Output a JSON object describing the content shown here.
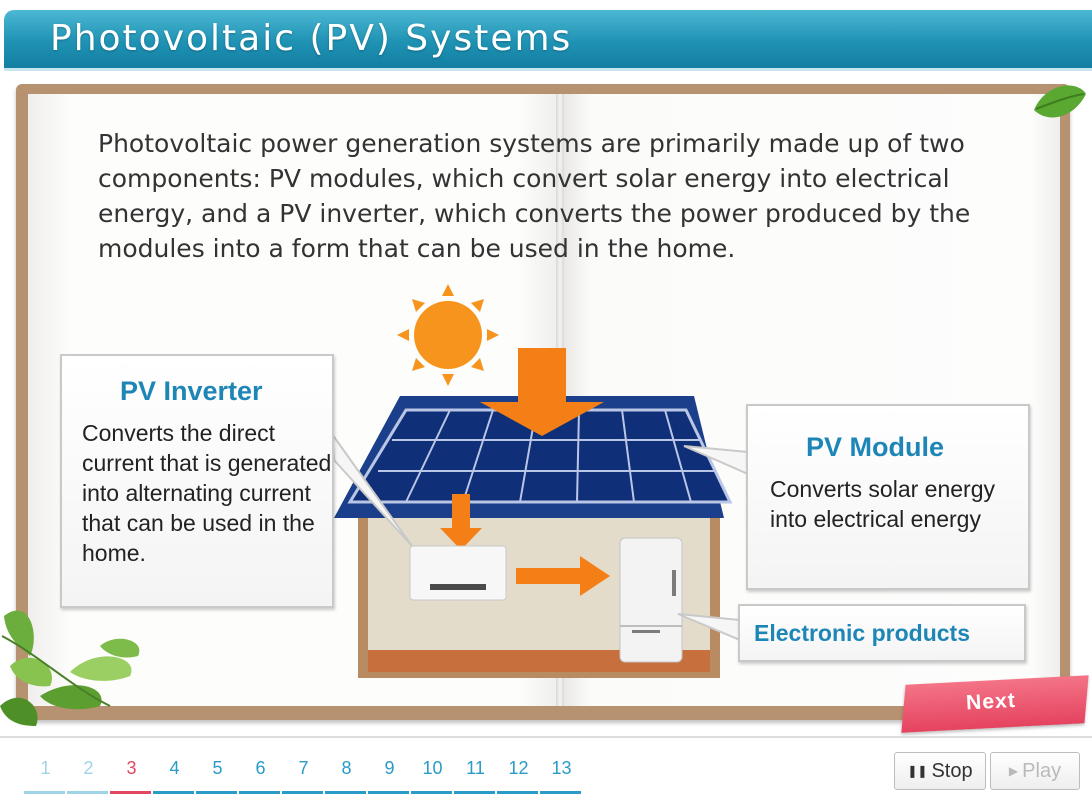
{
  "header": {
    "title": "Photovoltaic (PV) Systems"
  },
  "intro": {
    "text": "Photovoltaic power generation systems are primarily made up of two components: PV modules, which convert solar energy into electrical energy, and a PV inverter, which converts the power produced by the modules into a form that can be used in the home."
  },
  "callouts": {
    "inverter": {
      "title": "PV Inverter",
      "text": "Converts the direct current that is generated into alternating current that can be used in the home."
    },
    "module": {
      "title": "PV Module",
      "text": "Converts solar energy into electrical energy"
    },
    "electronics": {
      "title": "Electronic products"
    }
  },
  "next_label": "Next",
  "pager": {
    "pages": [
      "1",
      "2",
      "3",
      "4",
      "5",
      "6",
      "7",
      "8",
      "9",
      "10",
      "11",
      "12",
      "13"
    ],
    "current": "3"
  },
  "controls": {
    "stop_label": "Stop",
    "play_label": "Play",
    "stop_icon": "pause-icon",
    "play_icon": "play-icon"
  },
  "colors": {
    "header": "#1f92b4",
    "accent_blue": "#1e86b6",
    "current_page": "#e24762",
    "next_ribbon": "#e5435f",
    "solar_panel": "#1b3f8a",
    "arrow": "#f57f17"
  }
}
